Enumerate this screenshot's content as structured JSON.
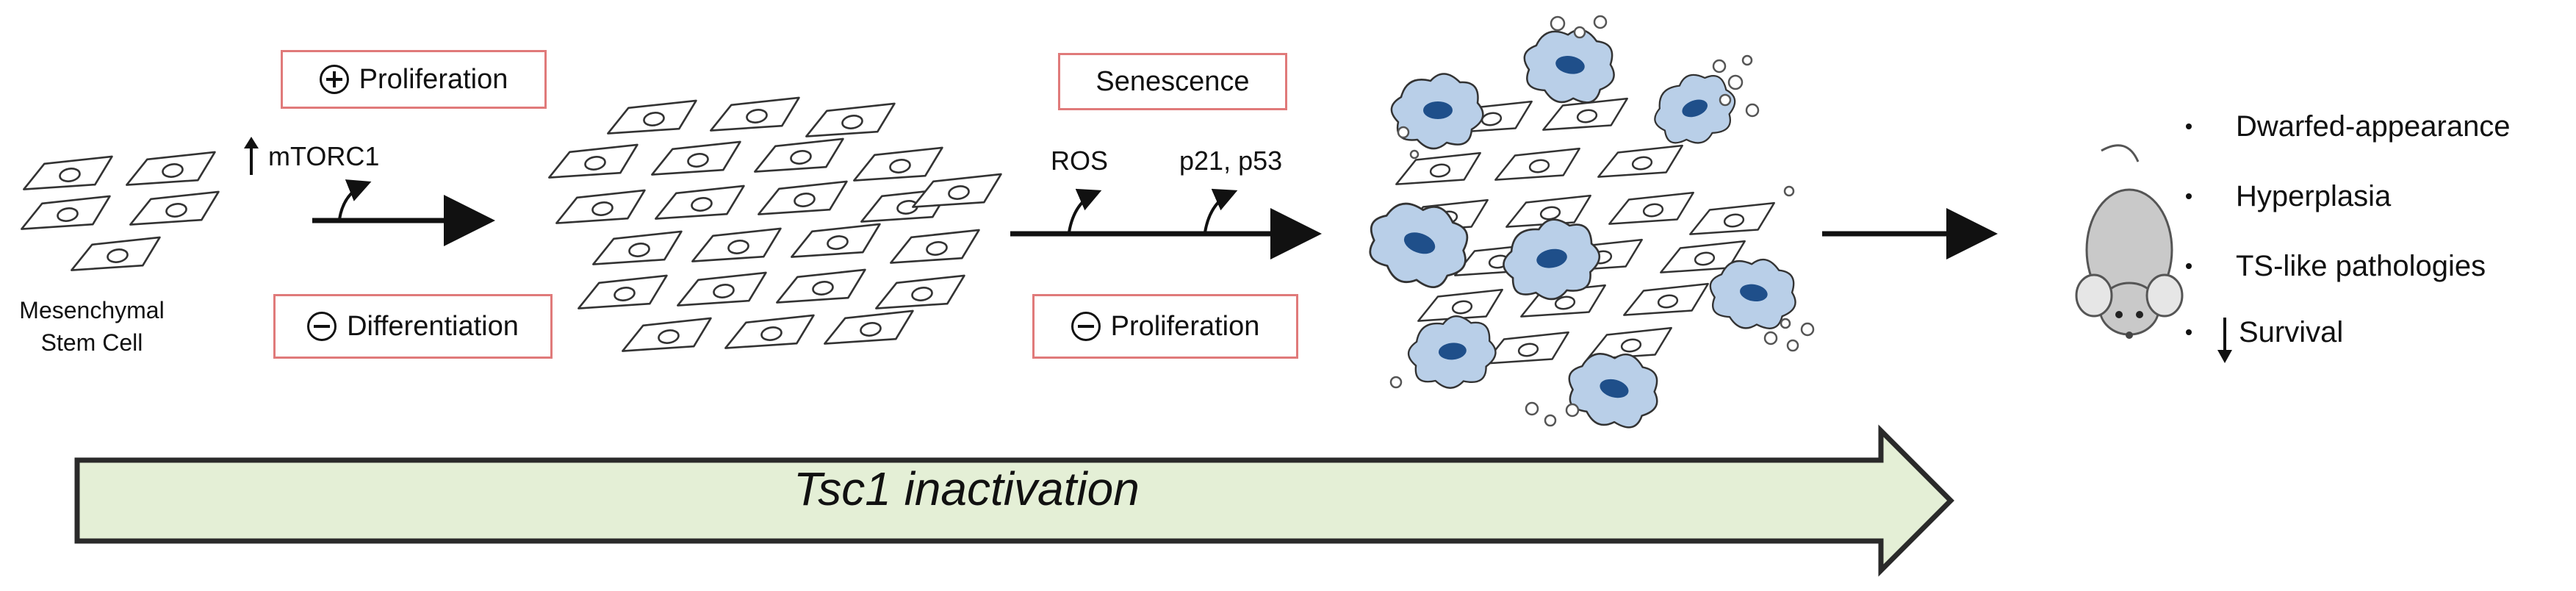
{
  "stage1": {
    "cell_label_line1": "Mesenchymal",
    "cell_label_line2": "Stem Cell"
  },
  "step1": {
    "signal": "mTORC1",
    "signal_direction": "up",
    "box_top": {
      "sign": "plus",
      "label": "Proliferation"
    },
    "box_bottom": {
      "sign": "minus",
      "label": "Differentiation"
    }
  },
  "step2": {
    "signal_left": "ROS",
    "signal_right": "p21, p53",
    "box_top": {
      "label": "Senescence"
    },
    "box_bottom": {
      "sign": "minus",
      "label": "Proliferation"
    }
  },
  "outcomes": [
    {
      "text": "Dwarfed-appearance"
    },
    {
      "text": "Hyperplasia"
    },
    {
      "text": "TS-like pathologies"
    },
    {
      "text": "Survival",
      "direction": "down"
    }
  ],
  "timeline": {
    "label": "Tsc1 inactivation"
  },
  "colors": {
    "box_border": "#e07a7a",
    "senescent_fill": "#b9cfe8",
    "nucleus": "#1f4f8a",
    "timeline_fill": "#e4efd6",
    "timeline_stroke": "#2a2a2a"
  },
  "icons": [
    "up-arrow-icon",
    "down-arrow-icon",
    "mouse-icon",
    "plus-circle-icon",
    "minus-circle-icon"
  ]
}
